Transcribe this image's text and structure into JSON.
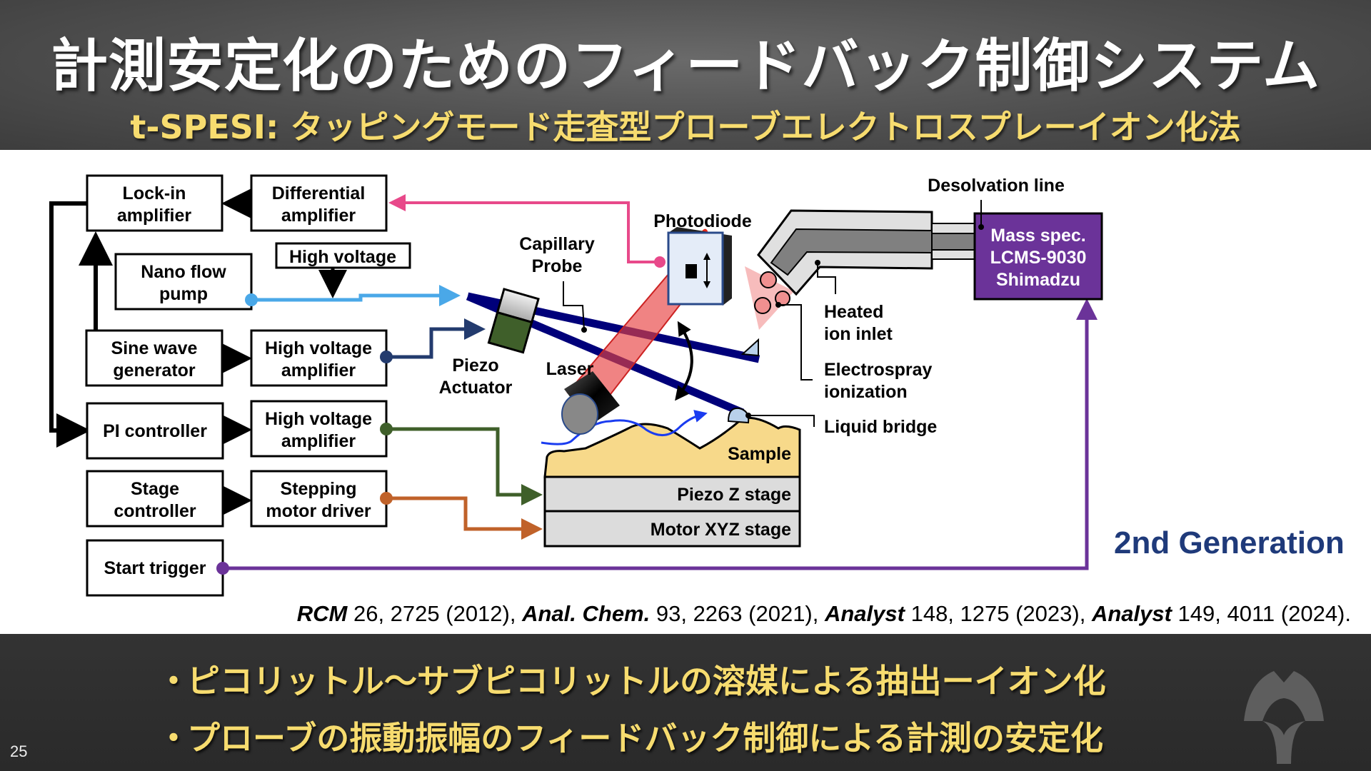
{
  "slide": {
    "title": "計測安定化のためのフィードバック制御システム",
    "subtitle": "t-SPESI: タッピングモード走査型プローブエレクトロスプレーイオン化法",
    "page_number": "25"
  },
  "diagram": {
    "blocks": {
      "lockin": [
        "Lock-in",
        "amplifier"
      ],
      "diff_amp": [
        "Differential",
        "amplifier"
      ],
      "high_voltage": "High voltage",
      "nano_pump": [
        "Nano flow",
        "pump"
      ],
      "sine_gen": [
        "Sine wave",
        "generator"
      ],
      "hv_amp1": [
        "High voltage",
        "amplifier"
      ],
      "pi_ctrl": "PI controller",
      "hv_amp2": [
        "High voltage",
        "amplifier"
      ],
      "stage_ctrl": [
        "Stage",
        "controller"
      ],
      "stepper": [
        "Stepping",
        "motor driver"
      ],
      "start_trigger": "Start trigger",
      "mass_spec": [
        "Mass spec.",
        "LCMS-9030",
        "Shimadzu"
      ]
    },
    "labels": {
      "photodiode": "Photodiode",
      "capillary": [
        "Capillary",
        "Probe"
      ],
      "piezo_actuator": [
        "Piezo",
        "Actuator"
      ],
      "laser": "Laser",
      "desolvation": "Desolvation line",
      "heated_inlet": [
        "Heated",
        "ion inlet"
      ],
      "esi": [
        "Electrospray",
        "ionization"
      ],
      "liquid_bridge": "Liquid bridge",
      "sample": "Sample",
      "piezo_z": "Piezo Z stage",
      "motor_xyz": "Motor XYZ stage"
    },
    "colors": {
      "photodiode_signal": "#e8498a",
      "flow": "#4aa8e8",
      "piezo_drive": "#233b6e",
      "z_drive": "#3f5f2a",
      "motor_drive": "#c0622a",
      "trigger": "#6b3399",
      "probe": "#00007a",
      "mass_spec_fill": "#6b3399",
      "sample_fill": "#f7d98a",
      "stage_fill": "#dcdcdc"
    },
    "generation": "2nd Generation",
    "references": [
      {
        "journal": "RCM",
        "rest": " 26, 2725 (2012), "
      },
      {
        "journal": "Anal. Chem.",
        "rest": " 93, 2263 (2021), "
      },
      {
        "journal": "Analyst",
        "rest": " 148, 1275 (2023), "
      },
      {
        "journal": "Analyst",
        "rest": " 149, 4011 (2024)."
      }
    ]
  },
  "bullets": [
    "ピコリットル〜サブピコリットルの溶媒による抽出ーイオン化",
    "プローブの振動振幅のフィードバック制御による計測の安定化"
  ],
  "bullet_marker": "・"
}
